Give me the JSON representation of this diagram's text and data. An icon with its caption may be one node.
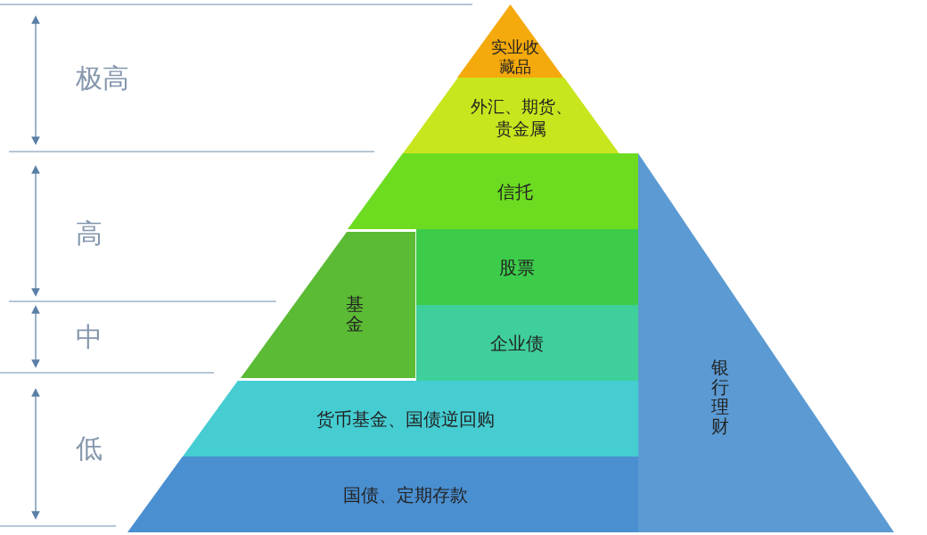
{
  "diagram": {
    "nodes": [
      {
        "text": [
          "实业收藏品"
        ]
      },
      {
        "text": [
          "外汇、期货、贵金属"
        ]
      },
      {
        "text": [
          "信托"
        ]
      },
      {
        "text": [
          "银行理财"
        ]
      },
      {
        "text": [
          "基金"
        ]
      },
      {
        "text": [
          "股票"
        ]
      },
      {
        "text": [
          "企业债"
        ]
      },
      {
        "text": [
          "货币基金、国债逆回购"
        ]
      },
      {
        "text": [
          "国债、定期存款"
        ]
      }
    ],
    "edges": [],
    "labels": [
      "极高",
      "高",
      "中",
      "低"
    ]
  }
}
